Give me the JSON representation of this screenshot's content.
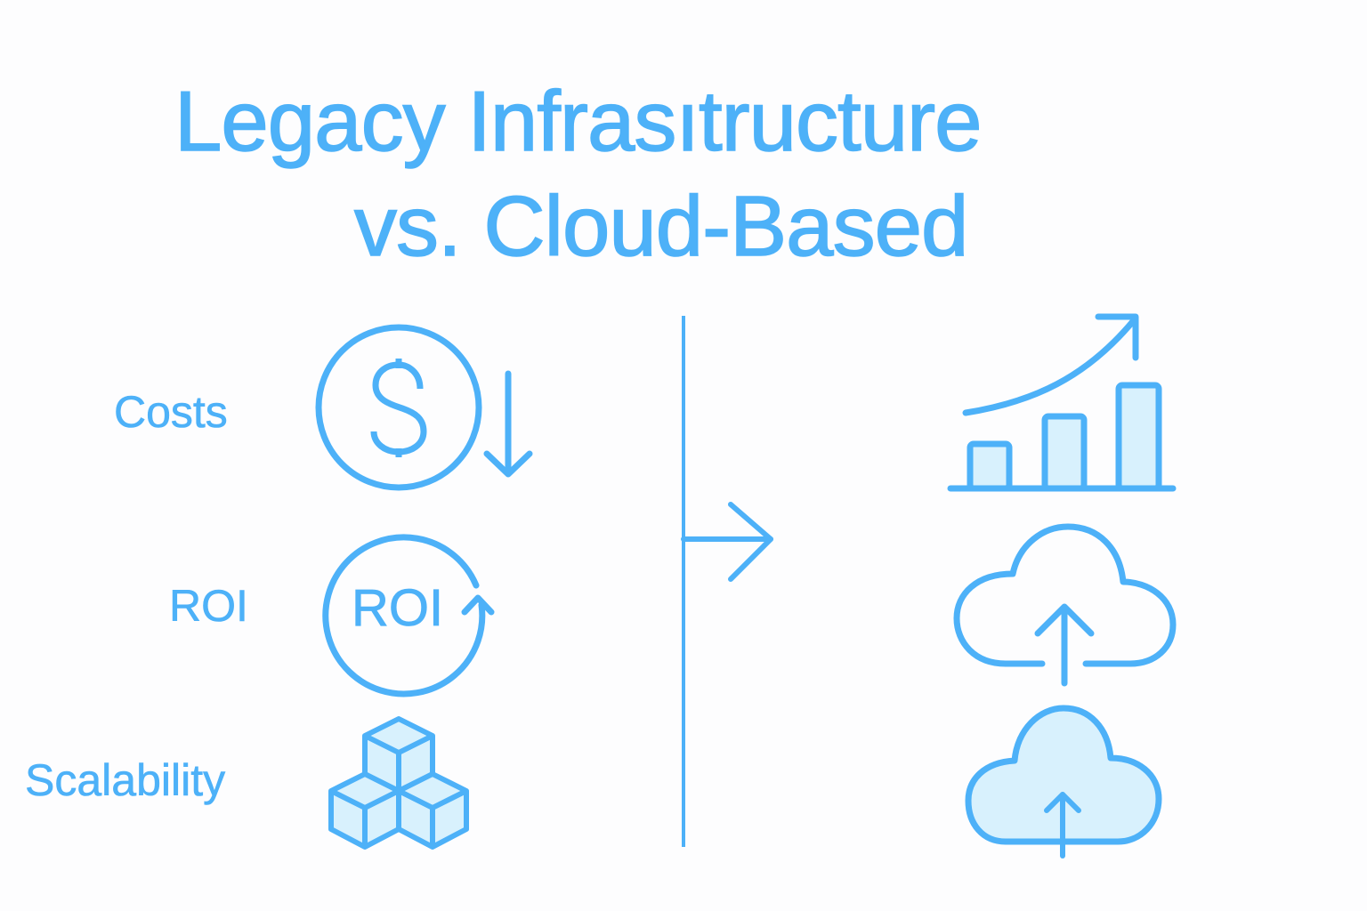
{
  "title": {
    "line1": "Legacy Infrasıtructure",
    "line2": "vs. Cloud-Based"
  },
  "legacy": {
    "rows": [
      {
        "label": "Costs",
        "icon": "dollar-circle-down-arrow-icon"
      },
      {
        "label": "ROI",
        "icon": "roi-circular-arrow-icon",
        "icon_text": "ROI"
      },
      {
        "label": "Scalability",
        "icon": "stacked-cubes-icon"
      }
    ]
  },
  "divider": {
    "icon": "right-arrow-icon"
  },
  "cloud": {
    "icons": [
      "growth-bar-chart-icon",
      "cloud-upload-outline-icon",
      "cloud-upload-filled-icon"
    ]
  },
  "colors": {
    "accent": "#4db1f8",
    "fill": "#d8f1fd",
    "background": "#fdfdfe"
  }
}
